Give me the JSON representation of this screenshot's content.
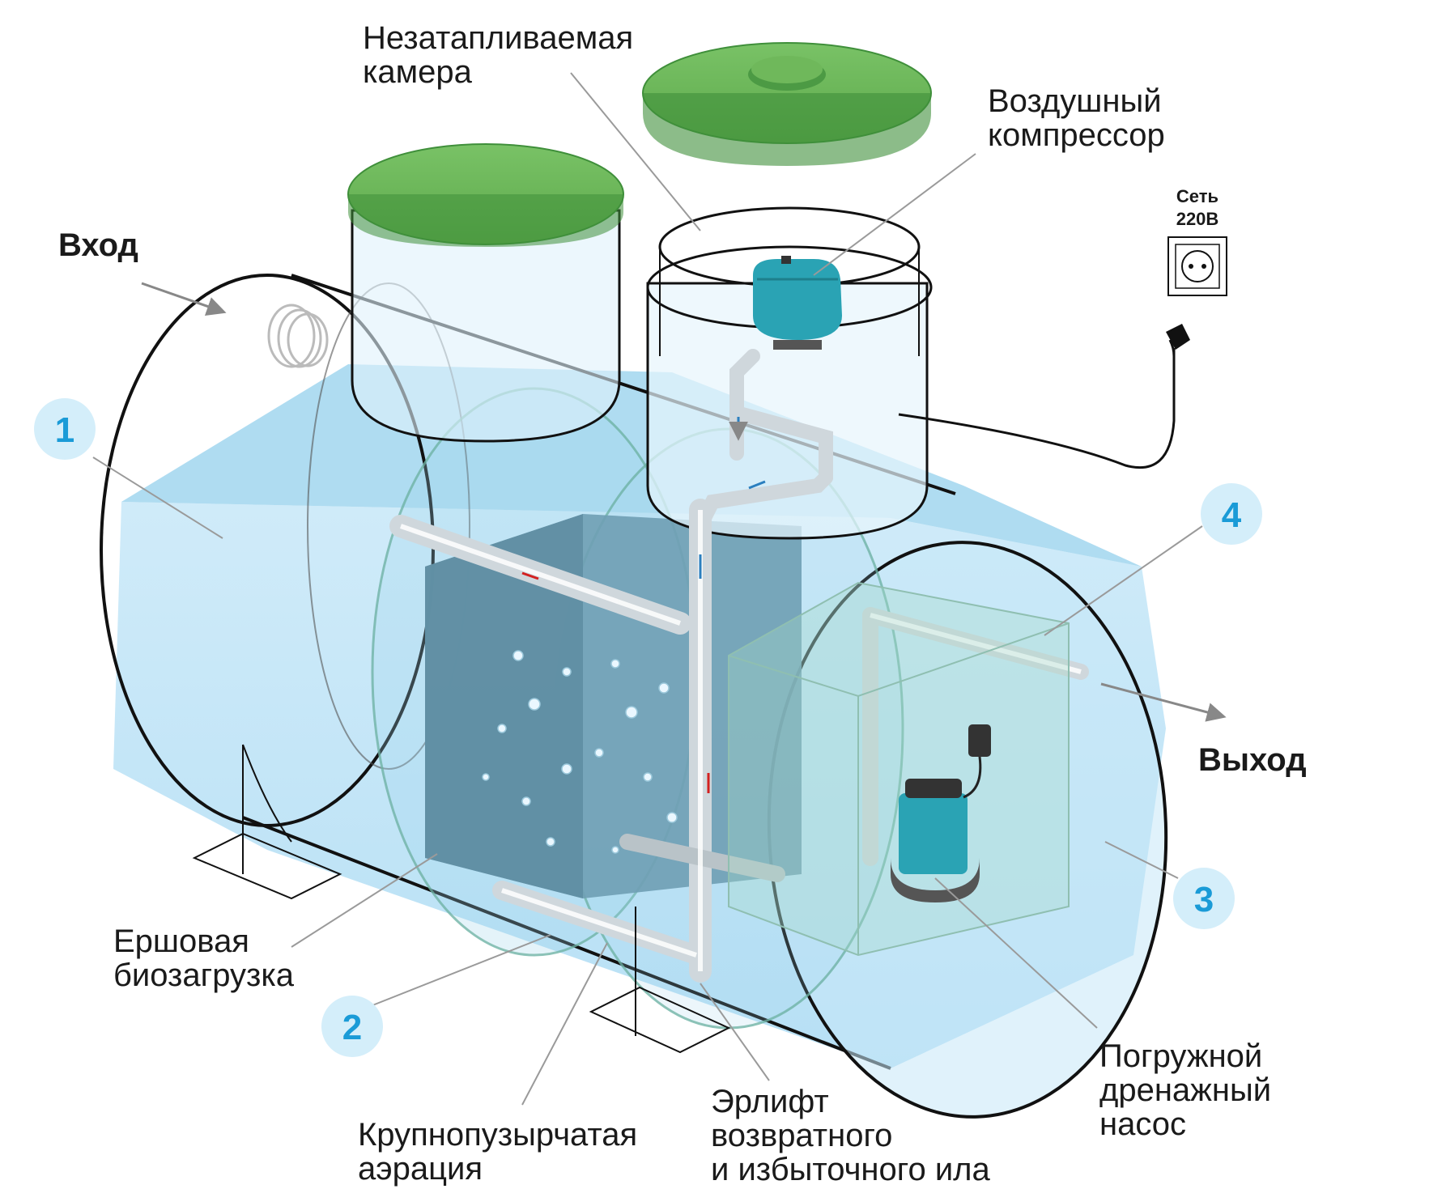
{
  "labels": {
    "unheated_chamber": [
      "Незатапливаемая",
      "камера"
    ],
    "air_compressor": [
      "Воздушный",
      "компрессор"
    ],
    "power": [
      "Сеть",
      "220В"
    ],
    "inlet": "Вход",
    "outlet": "Выход",
    "brush_bioload": [
      "Ершовая",
      "биозагрузка"
    ],
    "coarse_aeration": [
      "Крупнопузырчатая",
      "аэрация"
    ],
    "airlift": [
      "Эрлифт",
      "возвратного",
      "и избыточного ила"
    ],
    "drainage_pump": [
      "Погружной",
      "дренажный",
      "насос"
    ]
  },
  "markers": [
    "1",
    "2",
    "3",
    "4"
  ],
  "colors": {
    "tank_outline": "#111111",
    "water": "#bfe4f7",
    "water_deep": "#8ecde9",
    "lid_green": "#6fb85b",
    "lid_green_dark": "#3f8f3a",
    "bioload": "#6f9fb4",
    "compressor": "#2aa3b4",
    "pump_body": "#2aa3b4",
    "marker_fill": "#d4eefa",
    "marker_text": "#1a9bd7",
    "leader": "#9a9a9a",
    "arrow_gray": "#888888"
  },
  "icons": [
    "socket-icon",
    "plug-icon",
    "compressor-icon",
    "pump-icon",
    "air-bubble-icon",
    "flow-arrow-icon"
  ]
}
